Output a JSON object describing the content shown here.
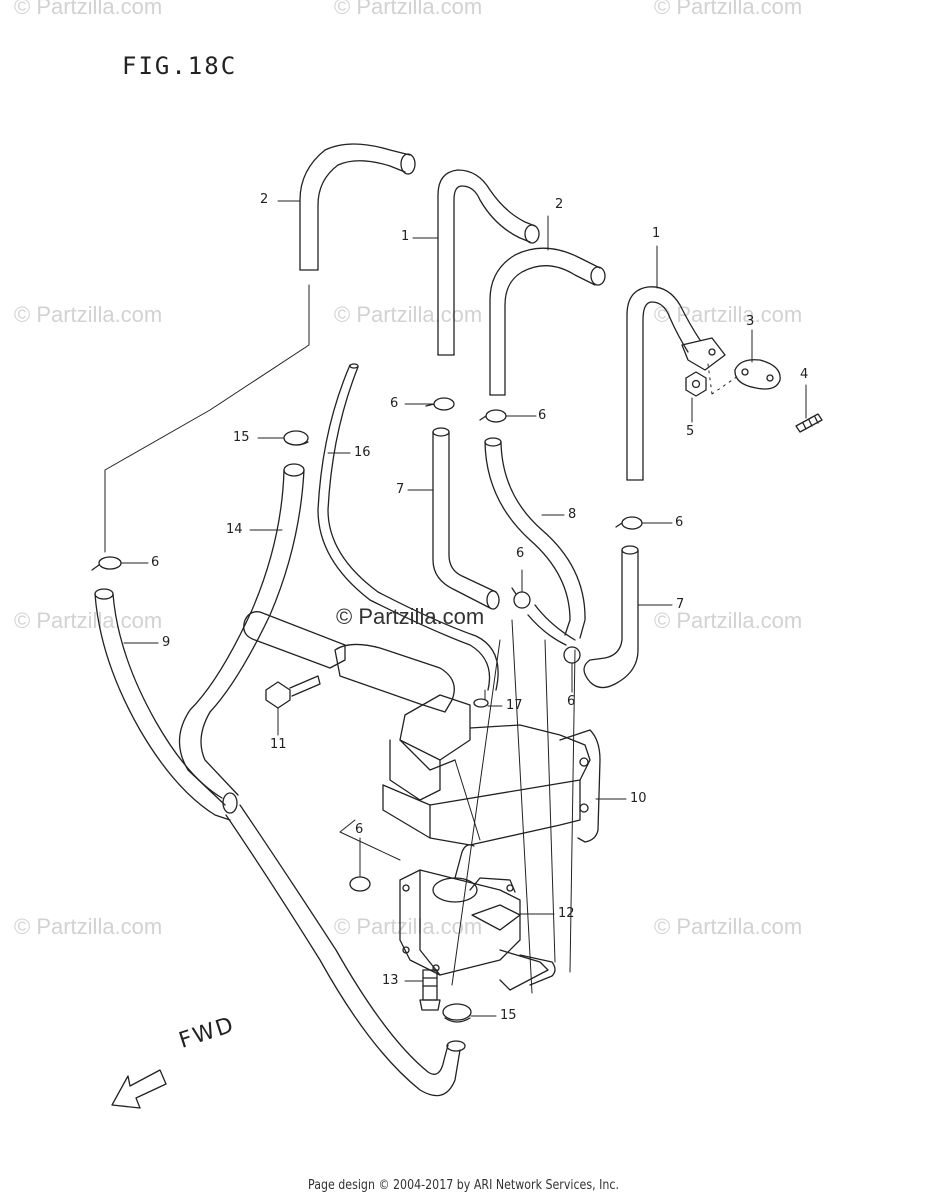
{
  "figure": {
    "title": "FIG.18C",
    "watermark_text": "© Partzilla.com",
    "center_watermark": "© Partzilla.com",
    "fwd_label": "FWD",
    "footer": "Page design © 2004-2017 by ARI Network Services, Inc."
  },
  "callouts": [
    {
      "id": "c2a",
      "label": "2"
    },
    {
      "id": "c1a",
      "label": "1"
    },
    {
      "id": "c2b",
      "label": "2"
    },
    {
      "id": "c1b",
      "label": "1"
    },
    {
      "id": "c3",
      "label": "3"
    },
    {
      "id": "c4",
      "label": "4"
    },
    {
      "id": "c5",
      "label": "5"
    },
    {
      "id": "c6a",
      "label": "6"
    },
    {
      "id": "c6b",
      "label": "6"
    },
    {
      "id": "c15a",
      "label": "15"
    },
    {
      "id": "c16",
      "label": "16"
    },
    {
      "id": "c7a",
      "label": "7"
    },
    {
      "id": "c8",
      "label": "8"
    },
    {
      "id": "c6c",
      "label": "6"
    },
    {
      "id": "c6d",
      "label": "6"
    },
    {
      "id": "c14",
      "label": "14"
    },
    {
      "id": "c6e",
      "label": "6"
    },
    {
      "id": "c9",
      "label": "9"
    },
    {
      "id": "c7b",
      "label": "7"
    },
    {
      "id": "c6f",
      "label": "6"
    },
    {
      "id": "c11",
      "label": "11"
    },
    {
      "id": "c17",
      "label": "17"
    },
    {
      "id": "c10",
      "label": "10"
    },
    {
      "id": "c6g",
      "label": "6"
    },
    {
      "id": "c12",
      "label": "12"
    },
    {
      "id": "c13",
      "label": "13"
    },
    {
      "id": "c15b",
      "label": "15"
    }
  ]
}
